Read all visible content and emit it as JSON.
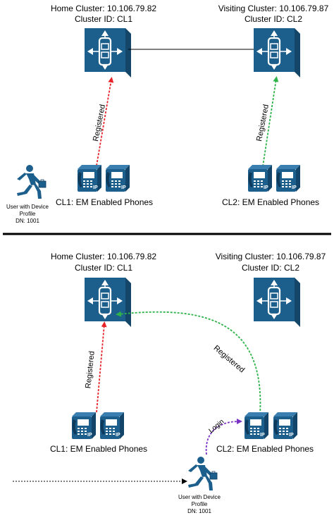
{
  "top": {
    "home": {
      "title": "Home Cluster: 10.106.79.82",
      "id": "Cluster ID: CL1"
    },
    "visiting": {
      "title": "Visiting Cluster: 10.106.79.87",
      "id": "Cluster ID: CL2"
    },
    "arrow_left": "Registered",
    "arrow_right": "Registered",
    "phones_left": "CL1: EM Enabled Phones",
    "phones_right": "CL2: EM Enabled Phones",
    "user": {
      "line1": "User with Device",
      "line2": "Profile",
      "line3": "DN: 1001"
    }
  },
  "bottom": {
    "home": {
      "title": "Home Cluster: 10.106.79.82",
      "id": "Cluster ID: CL1"
    },
    "visiting": {
      "title": "Visiting Cluster: 10.106.79.87",
      "id": "Cluster ID: CL2"
    },
    "arrow_left": "Registered",
    "arrow_right": "Registered",
    "login": "Login",
    "phones_left": "CL1: EM Enabled Phones",
    "phones_right": "CL2: EM Enabled Phones",
    "user": {
      "line1": "User with Device",
      "line2": "Profile",
      "line3": "DN: 1001"
    }
  },
  "colors": {
    "device_blue": "#1d5f8c",
    "arrow_red": "#e8242b",
    "arrow_green": "#2eb34a",
    "arrow_purple": "#7a33c4",
    "arrow_black": "#000000"
  }
}
